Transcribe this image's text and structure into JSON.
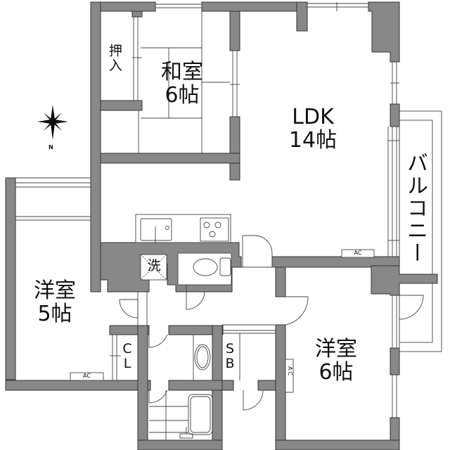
{
  "floorplan": {
    "rooms": {
      "washitsu": {
        "name": "和室",
        "size": "6帖"
      },
      "oshiire": {
        "name": "押入"
      },
      "ldk": {
        "name": "LDK",
        "size": "14帖"
      },
      "balcony": {
        "name": "バルコニー"
      },
      "western_room_5": {
        "name": "洋室",
        "size": "5帖"
      },
      "western_room_6": {
        "name": "洋室",
        "size": "6帖"
      },
      "closet": {
        "name_line1": "C",
        "name_line2": "L"
      },
      "shoe_box": {
        "name_line1": "S",
        "name_line2": "B"
      },
      "washer": {
        "name": "洗"
      }
    },
    "ac_labels": {
      "ldk": "AC",
      "western_room_5": "AC",
      "western_room_6": "AC"
    },
    "compass": {
      "label": "N"
    },
    "colors": {
      "wall": "#888888",
      "line": "#444444",
      "background": "#ffffff"
    }
  }
}
